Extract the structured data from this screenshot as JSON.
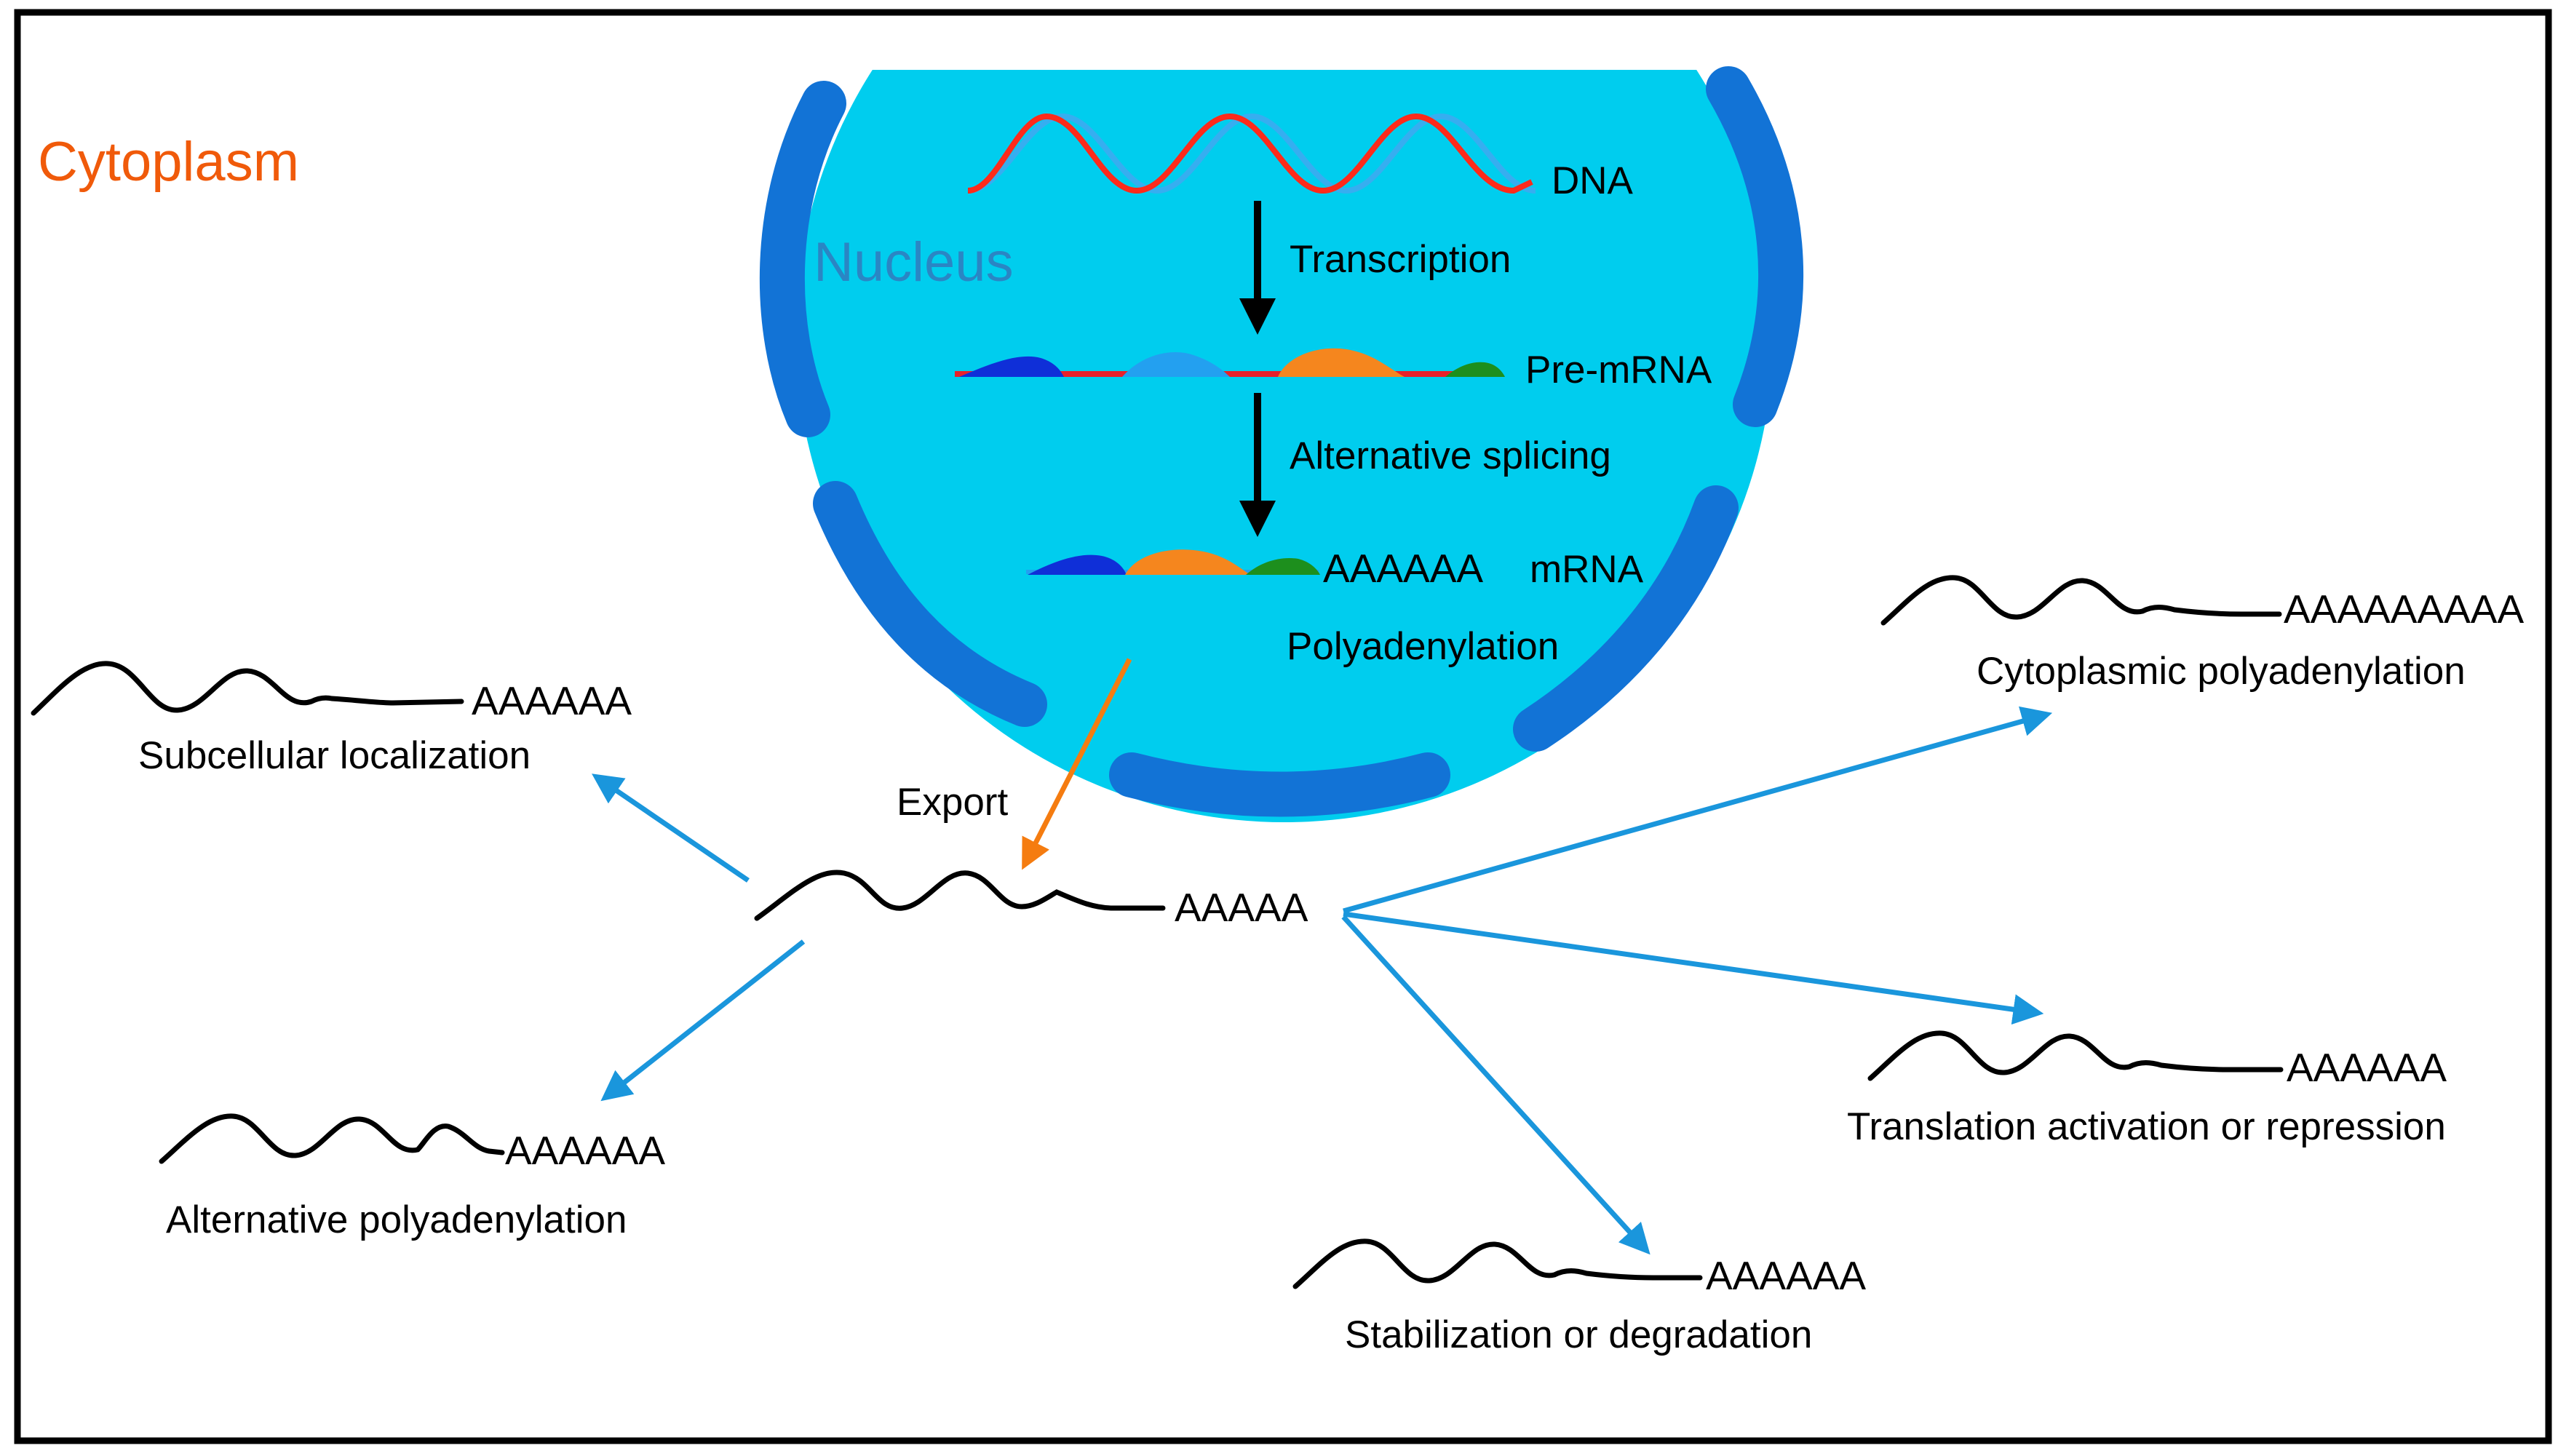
{
  "regions": {
    "cytoplasm_label": "Cytoplasm",
    "nucleus_label": "Nucleus"
  },
  "nuclear_steps": {
    "dna": "DNA",
    "transcription": "Transcription",
    "pre_mrna": "Pre-mRNA",
    "alternative_splicing": "Alternative splicing",
    "mature_tail": "AAAAAA",
    "mrna": "mRNA",
    "polyadenylation": "Polyadenylation"
  },
  "export": {
    "label": "Export",
    "central_tail": "AAAAA"
  },
  "fates": {
    "subcellular_localization": {
      "label": "Subcellular localization",
      "tail": "AAAAAA"
    },
    "alternative_polyadenylation": {
      "label": "Alternative polyadenylation",
      "tail": "AAAAAA"
    },
    "cytoplasmic_polyadenylation": {
      "label": "Cytoplasmic polyadenylation",
      "tail": "AAAAAAAAA"
    },
    "translation_control": {
      "label": "Translation activation or repression",
      "tail": "AAAAAA"
    },
    "stability": {
      "label": "Stabilization or degradation",
      "tail": "AAAAAA"
    }
  },
  "colors": {
    "cytoplasm_label": "#f05a0a",
    "nucleus_fill": "#00cdee",
    "nucleus_label": "#2a86c4",
    "nuclear_envelope": "#1273d6",
    "dna_strand_1": "#ff2a1a",
    "dna_strand_2": "#36aef0",
    "fate_arrow": "#1a96dc",
    "export_arrow": "#f57c10",
    "exon_dark_blue": "#0f2fd8",
    "exon_light_blue": "#23a0f0",
    "exon_orange": "#f5861e",
    "exon_green": "#1d8f1d",
    "intron_red": "#e8202a",
    "rna_line": "#000000"
  }
}
